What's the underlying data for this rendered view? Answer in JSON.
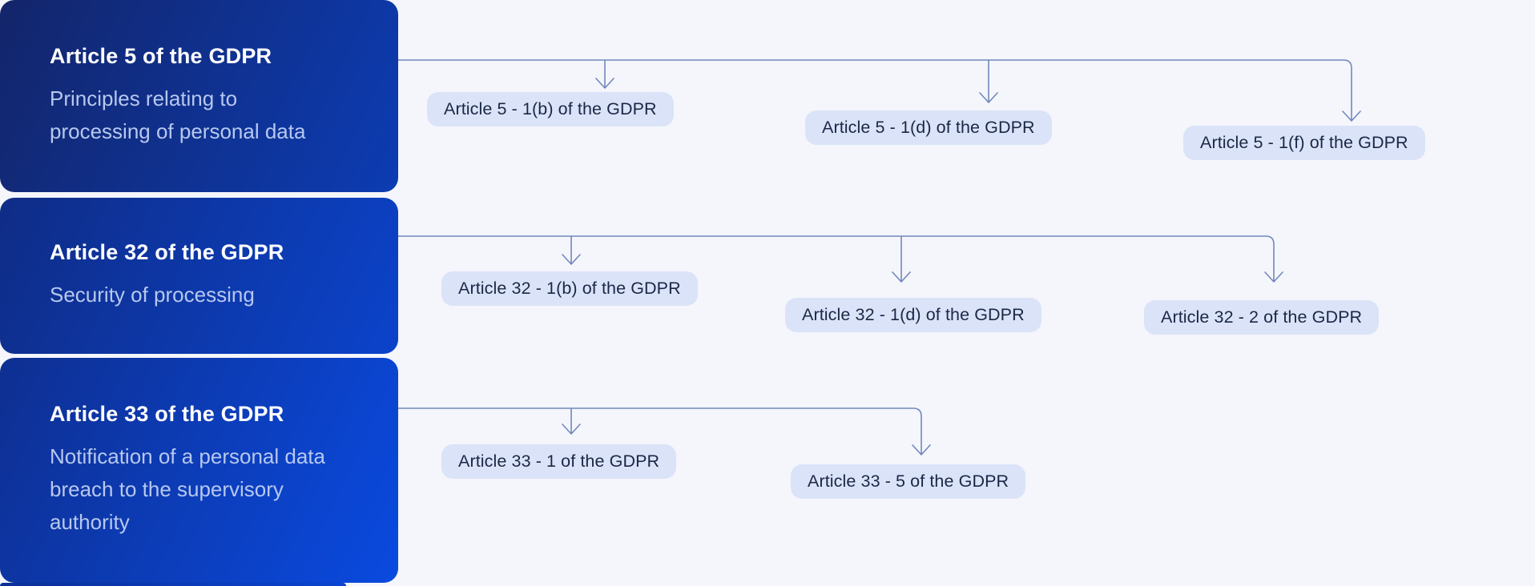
{
  "articles": [
    {
      "title": "Article 5 of the GDPR",
      "subtitle": "Principles relating to processing of personal data",
      "sub_articles": [
        "Article 5 - 1(b) of the GDPR",
        "Article 5 - 1(d) of the GDPR",
        "Article 5 - 1(f) of the GDPR"
      ]
    },
    {
      "title": "Article 32 of the GDPR",
      "subtitle": "Security of processing",
      "sub_articles": [
        "Article 32 - 1(b) of the GDPR",
        "Article 32 - 1(d) of the GDPR",
        "Article 32 - 2 of the GDPR"
      ]
    },
    {
      "title": "Article 33 of the GDPR",
      "subtitle": "Notification of a personal data breach to the supervisory authority",
      "sub_articles": [
        "Article 33 - 1 of the GDPR",
        "Article 33 - 5 of the GDPR"
      ]
    }
  ],
  "colors": {
    "page_background": "#f4f6fb",
    "card_gradient_dark": "#13256a",
    "card_gradient_bright": "#0a4ae0",
    "card_title_text": "#ffffff",
    "card_subtitle_text": "#b7c8ef",
    "chip_background": "#dbe3f8",
    "chip_text": "#1a2846",
    "connector_line": "#7387bd"
  }
}
